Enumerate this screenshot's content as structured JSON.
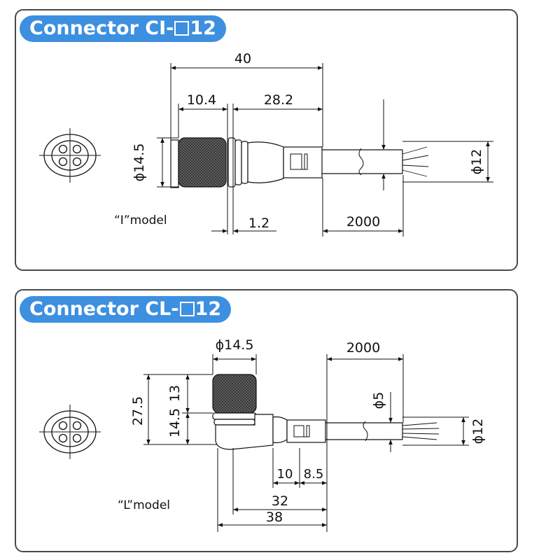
{
  "panels": [
    {
      "title_prefix": "Connector CI-",
      "title_suffix": "12",
      "model_label": "“I”model",
      "dims": {
        "overall_length": "40",
        "nut_length": "10.4",
        "body_length": "28.2",
        "nut_diameter": "ϕ14.5",
        "cable_diameter": "ϕ12",
        "gap": "1.2",
        "cable_length": "2000"
      }
    },
    {
      "title_prefix": "Connector CL-",
      "title_suffix": "12",
      "model_label": "“L”model",
      "dims": {
        "nut_diameter": "ϕ14.5",
        "cable_length": "2000",
        "wire_diameter": "ϕ5",
        "cable_diameter": "ϕ12",
        "total_height": "27.5",
        "lower_height": "14.5",
        "nut_height": "13",
        "seg_a": "10",
        "seg_b": "8.5",
        "length_32": "32",
        "length_38": "38"
      }
    }
  ],
  "colors": {
    "accent": "#3d8fe0",
    "line": "#111111",
    "knurl": "#555555"
  }
}
